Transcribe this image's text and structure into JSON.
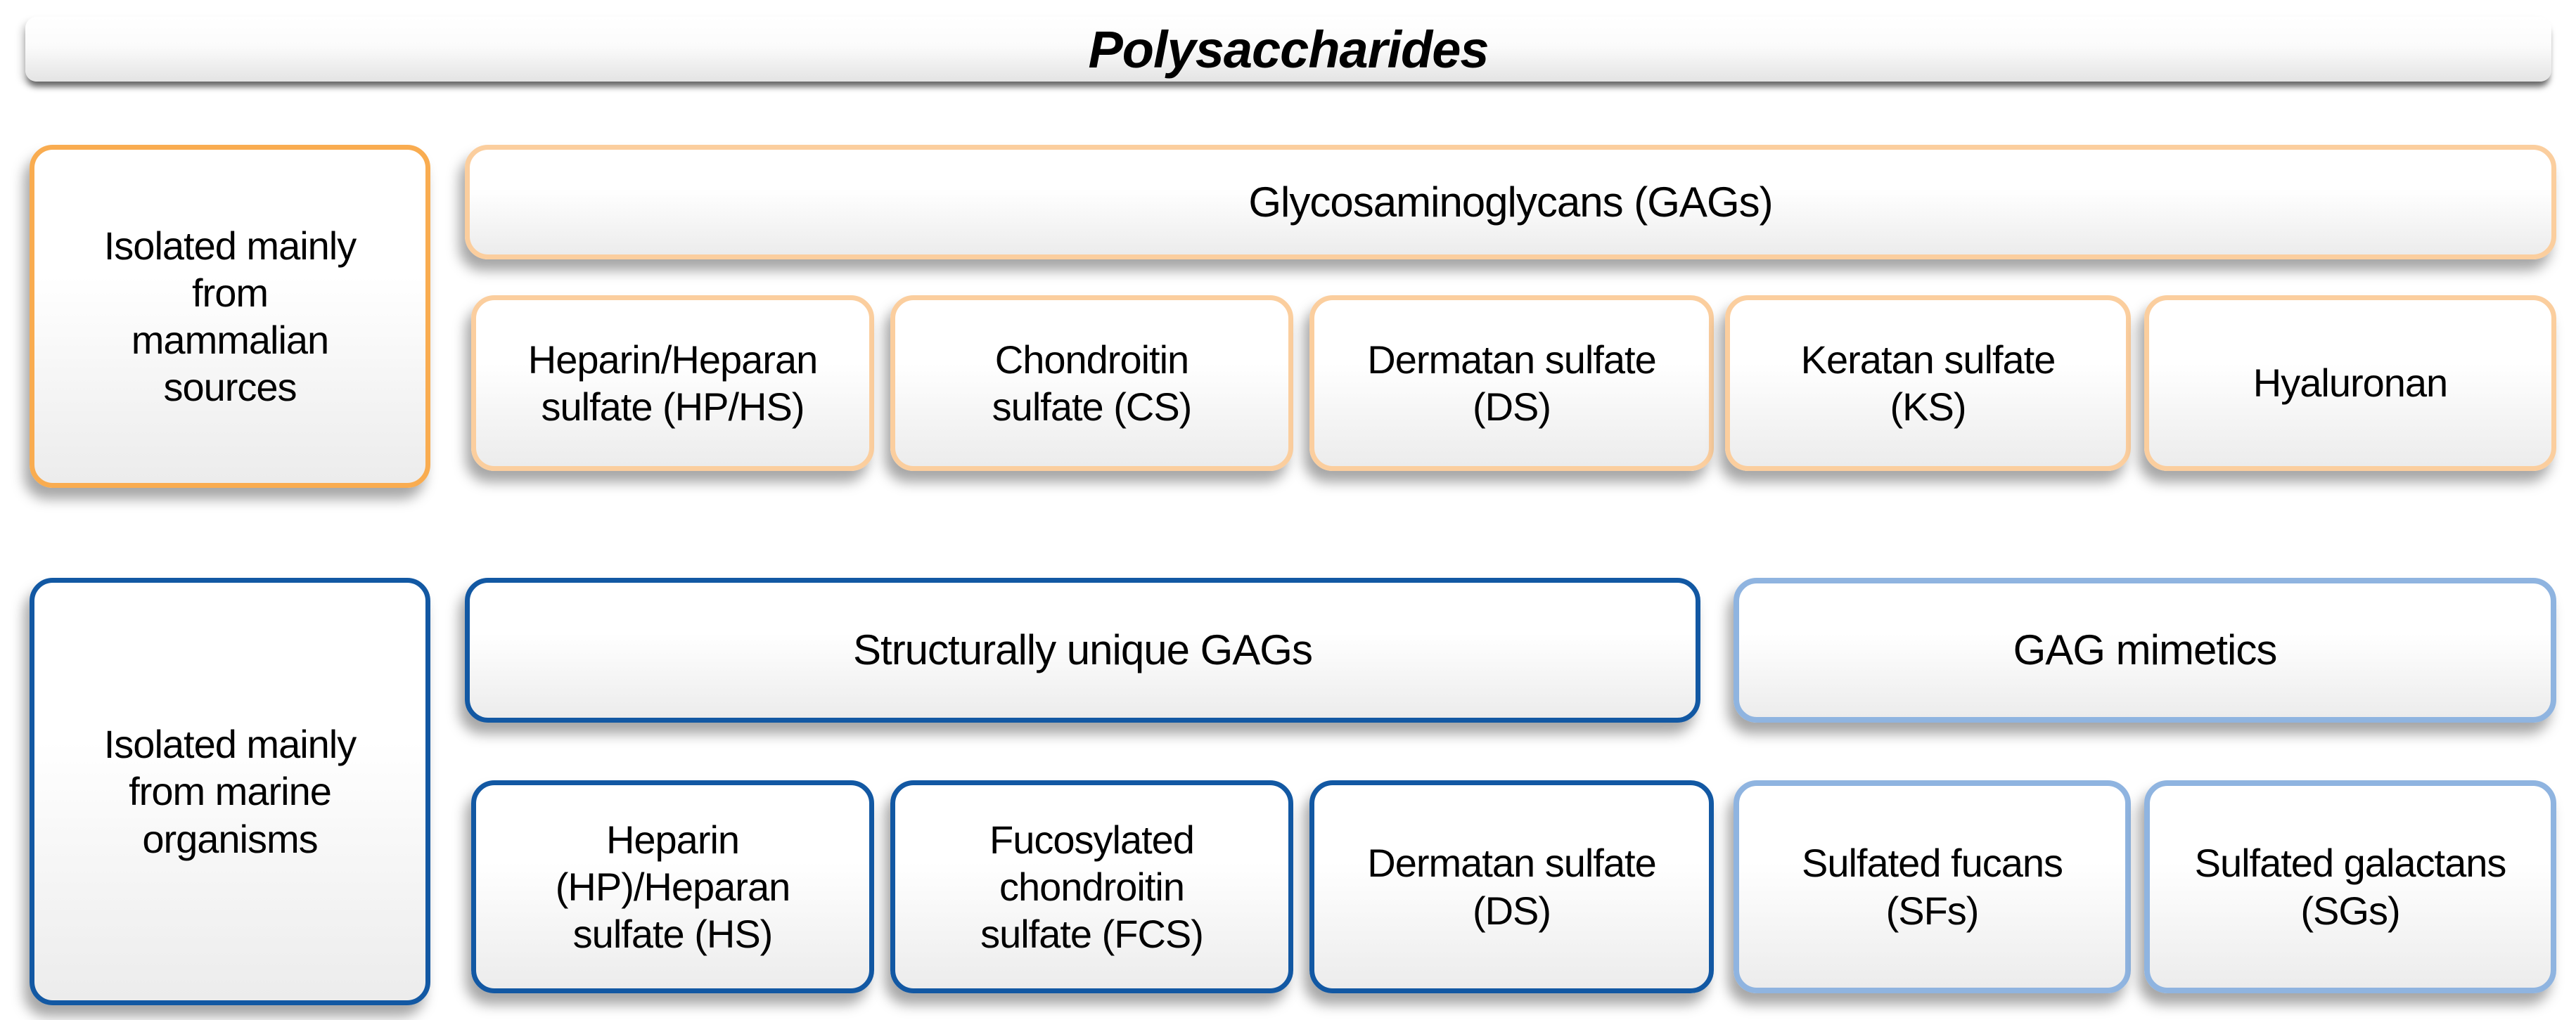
{
  "title": "Polysaccharides",
  "colors": {
    "mammalian_source_border": "#F9AC50",
    "mammalian_item_border": "#FBCE9E",
    "marine_unique_border": "#1258A3",
    "marine_mimetic_border": "#8FB4E0",
    "text": "#000000"
  },
  "mammalian_section": {
    "source": "Isolated mainly\nfrom\nmammalian\nsources",
    "group": "Glycosaminoglycans (GAGs)",
    "items": [
      "Heparin/Heparan\nsulfate (HP/HS)",
      "Chondroitin\nsulfate (CS)",
      "Dermatan sulfate\n(DS)",
      "Keratan sulfate\n(KS)",
      "Hyaluronan"
    ]
  },
  "marine_section": {
    "source": "Isolated mainly\nfrom marine\norganisms",
    "groups": [
      {
        "label": "Structurally unique GAGs",
        "items": [
          "Heparin\n(HP)/Heparan\nsulfate (HS)",
          "Fucosylated\nchondroitin\nsulfate (FCS)",
          "Dermatan sulfate\n(DS)"
        ]
      },
      {
        "label": "GAG mimetics",
        "items": [
          "Sulfated fucans\n(SFs)",
          "Sulfated galactans\n(SGs)"
        ]
      }
    ]
  }
}
